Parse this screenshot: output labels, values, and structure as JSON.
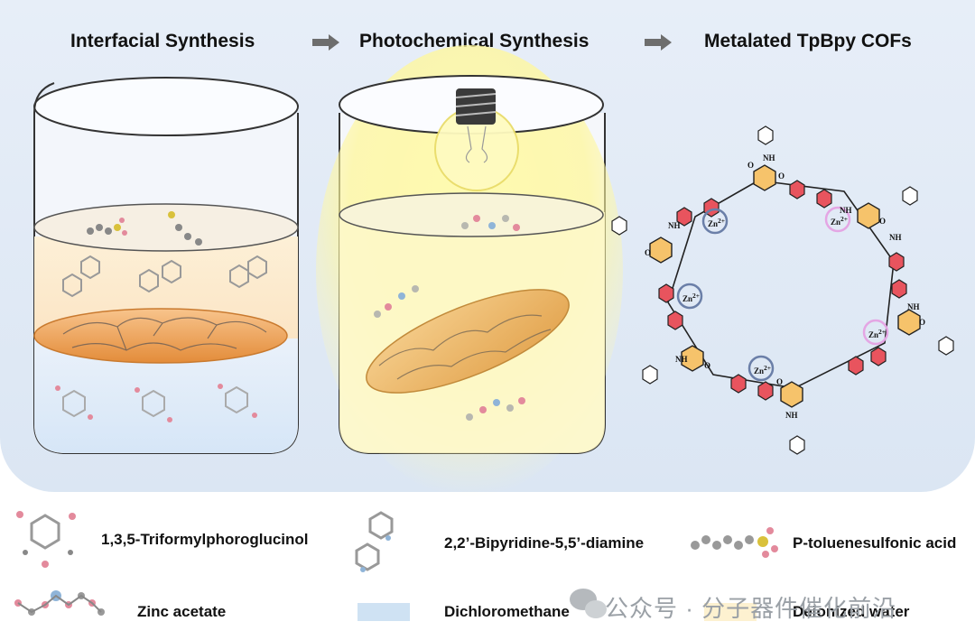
{
  "steps": [
    {
      "label": "Interfacial Synthesis"
    },
    {
      "label": "Photochemical  Synthesis"
    },
    {
      "label": "Metalated TpBpy COFs"
    }
  ],
  "structure_labels": {
    "nh": "NH",
    "o": "O",
    "zn": "Zn",
    "zn_charge": "2+"
  },
  "legend": [
    {
      "label": "1,3,5-Triformylphoroglucinol"
    },
    {
      "label": "2,2’-Bipyridine-5,5’-diamine"
    },
    {
      "label": "P-toluenesulfonic acid"
    },
    {
      "label": "Zinc acetate"
    },
    {
      "label": "Dichloromethane",
      "color": "#cfe2f3"
    },
    {
      "label": "Deionized water",
      "color": "#fdf1d0"
    }
  ],
  "watermark": "公众号 · 分子器件催化前沿",
  "colors": {
    "accent_orange": "#f0a25a",
    "zn_ring_blue": "#6b7fa8",
    "zn_ring_pink": "#e4a6e4",
    "bipyridine_red": "#e8545e"
  }
}
